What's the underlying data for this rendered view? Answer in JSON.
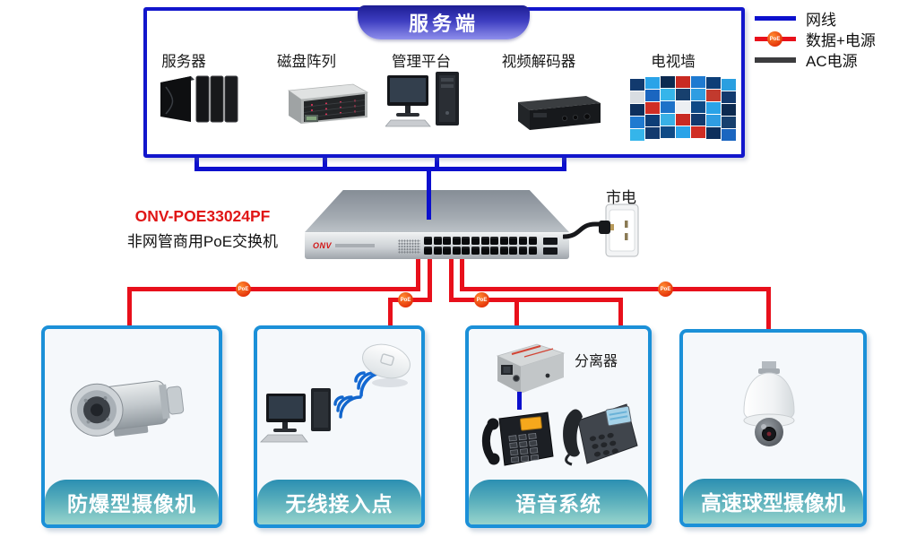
{
  "legend": {
    "items": [
      {
        "name": "network-cable",
        "label": "网线",
        "color": "#0c10cd"
      },
      {
        "name": "data-power",
        "label": "数据+电源",
        "color": "#e8101b"
      },
      {
        "name": "ac-power",
        "label": "AC电源",
        "color": "#3c3c3e"
      }
    ]
  },
  "server_zone": {
    "title": "服务端",
    "devices": [
      {
        "name": "server",
        "label": "服务器"
      },
      {
        "name": "disk-array",
        "label": "磁盘阵列"
      },
      {
        "name": "management-platform",
        "label": "管理平台"
      },
      {
        "name": "video-decoder",
        "label": "视频解码器"
      },
      {
        "name": "tv-wall",
        "label": "电视墙"
      }
    ]
  },
  "switch": {
    "model": "ONV-POE33024PF",
    "name": "非网管商用PoE交换机",
    "logo": "ONV",
    "mains_label": "市电"
  },
  "poe_badge": "PoE",
  "endpoints": [
    {
      "name": "explosion-proof-camera",
      "label": "防爆型摄像机"
    },
    {
      "name": "wireless-access-point",
      "label": "无线接入点"
    },
    {
      "name": "voice-system",
      "label": "语音系统",
      "splitter_label": "分离器"
    },
    {
      "name": "speed-dome-camera",
      "label": "高速球型摄像机"
    }
  ]
}
